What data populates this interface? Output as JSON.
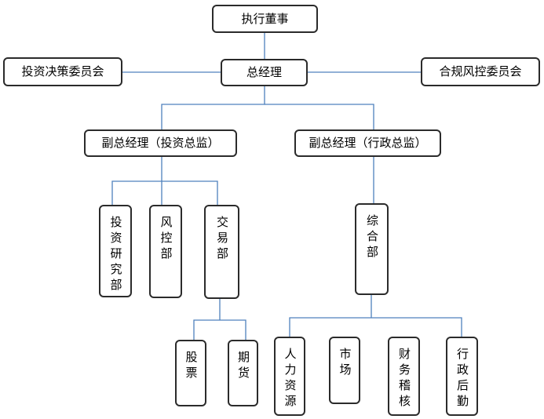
{
  "chart": {
    "board": "执行董事",
    "ceo": "总经理",
    "inv_committee": "投资决策委员会",
    "risk_committee": "合规风控委员会",
    "vp_invest": "副总经理（投资总监）",
    "vp_admin": "副总经理（行政总监）",
    "dept_research": "投资研究部",
    "dept_risk": "风控部",
    "dept_trading": "交易部",
    "dept_general": "综合部",
    "team_stocks": "股票",
    "team_futures": "期货",
    "team_hr": "人力资源",
    "team_market": "市场",
    "team_finance": "财务稽核",
    "team_logistics": "行政后勤"
  },
  "colors": {
    "connector": "#4f81bd",
    "border": "#2b2b2b"
  }
}
